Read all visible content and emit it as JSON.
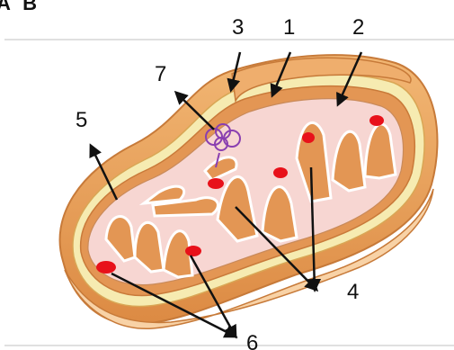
{
  "header": {
    "title_fragment": "A B"
  },
  "labels": {
    "n1": "1",
    "n2": "2",
    "n3": "3",
    "n4": "4",
    "n5": "5",
    "n6": "6",
    "n7": "7"
  },
  "colors": {
    "outer_membrane": "#e9a463",
    "outer_rim_light": "#f4c690",
    "intermembrane_space": "#f6ebb1",
    "inner_membrane": "#e39654",
    "matrix": "#f7d6d2",
    "ribosome": "#e8111a",
    "dna": "#8a3fb0",
    "arrow": "#111111",
    "rule_line": "#d6d6d6"
  },
  "icons": {
    "ribosome": "red-oval-icon",
    "dna": "purple-coil-icon",
    "pointer": "black-arrow-icon"
  }
}
